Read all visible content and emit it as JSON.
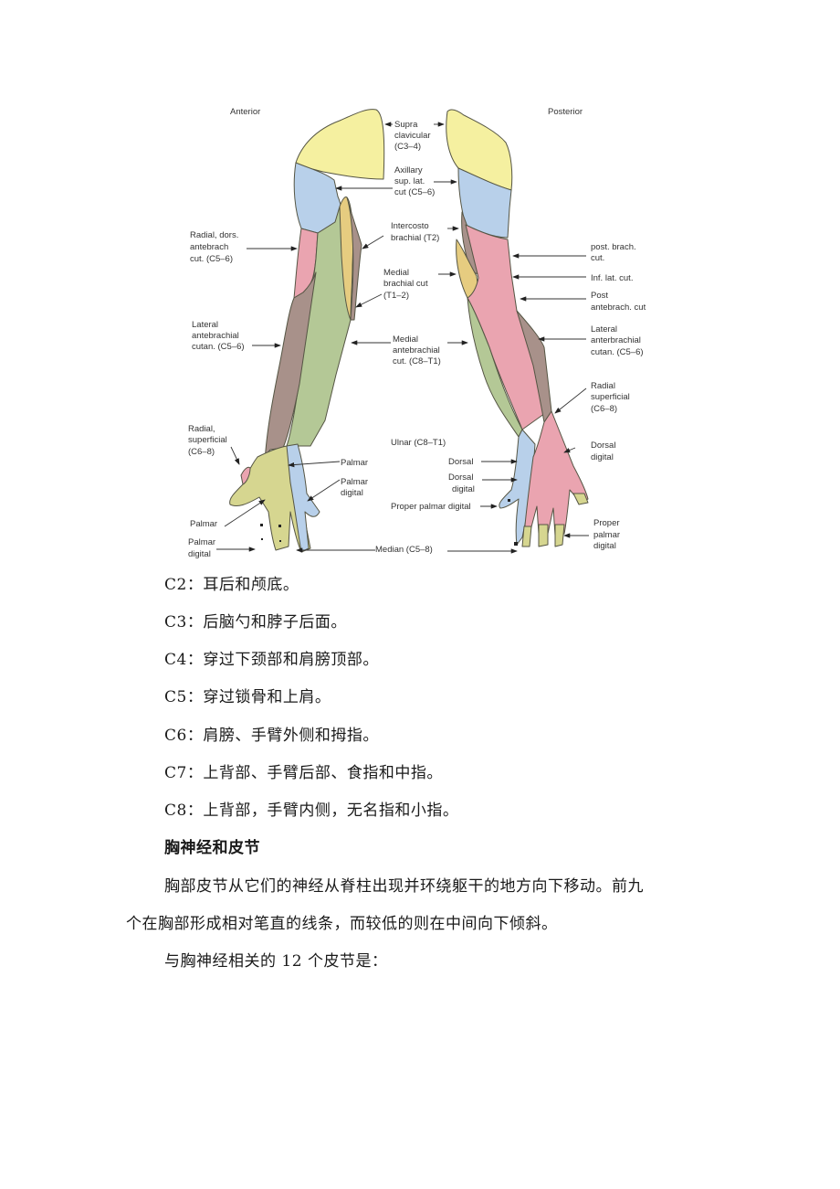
{
  "figure": {
    "views": {
      "anterior": "Anterior",
      "posterior": "Posterior"
    },
    "anterior_labels": [
      {
        "id": "radial-dors",
        "lines": [
          "Radial, dors.",
          "antebrach",
          "cut. (C5–6)"
        ]
      },
      {
        "id": "lateral-antebrachial",
        "lines": [
          "Lateral",
          "antebrachial",
          "cutan. (C5–6)"
        ]
      },
      {
        "id": "radial-superficial",
        "lines": [
          "Radial,",
          "superficial",
          "(C6–8)"
        ]
      },
      {
        "id": "palmar-left",
        "lines": [
          "Palmar"
        ]
      },
      {
        "id": "palmar-digital-left",
        "lines": [
          "Palmar",
          "digital"
        ]
      },
      {
        "id": "palmar-right",
        "lines": [
          "Palmar"
        ]
      },
      {
        "id": "palmar-digital-right",
        "lines": [
          "Palmar",
          "digital"
        ]
      }
    ],
    "center_labels": [
      {
        "id": "supraclavicular",
        "lines": [
          "Supra",
          "clavicular",
          "(C3–4)"
        ]
      },
      {
        "id": "axillary",
        "lines": [
          "Axillary",
          "sup. lat.",
          "cut (C5–6)"
        ]
      },
      {
        "id": "intercostobrachial",
        "lines": [
          "Intercosto",
          "brachial (T2)"
        ]
      },
      {
        "id": "medial-brachial",
        "lines": [
          "Medial",
          "brachial cut",
          "(T1–2)"
        ]
      },
      {
        "id": "medial-antebrachial",
        "lines": [
          "Medial",
          "antebrachial",
          "cut. (C8–T1)"
        ]
      },
      {
        "id": "ulnar",
        "lines": [
          "Ulnar (C8–T1)"
        ]
      },
      {
        "id": "dorsal",
        "lines": [
          "Dorsal"
        ]
      },
      {
        "id": "dorsal-digital",
        "lines": [
          "Dorsal",
          "digital"
        ]
      },
      {
        "id": "proper-palmar-digital",
        "lines": [
          "Proper palmar digital"
        ]
      },
      {
        "id": "median",
        "lines": [
          "Median (C5–8)"
        ]
      }
    ],
    "posterior_labels": [
      {
        "id": "post-brach",
        "lines": [
          "post. brach.",
          "cut."
        ]
      },
      {
        "id": "inf-lat",
        "lines": [
          "Inf. lat. cut."
        ]
      },
      {
        "id": "post-antebrach",
        "lines": [
          "Post",
          "antebrach. cut"
        ]
      },
      {
        "id": "lateral-anterbrachial",
        "lines": [
          "Lateral",
          "anterbrachial",
          "cutan. (C5–6)"
        ]
      },
      {
        "id": "radial-superficial-post",
        "lines": [
          "Radial",
          "superficial",
          "(C6–8)"
        ]
      },
      {
        "id": "dorsal-digital-post",
        "lines": [
          "Dorsal",
          "digital"
        ]
      },
      {
        "id": "proper-palmar-digital-post",
        "lines": [
          "Proper",
          "palmar",
          "digital"
        ]
      }
    ],
    "colors": {
      "yellow": "#f5f0a0",
      "blue": "#b8d0ea",
      "pink": "#eaa4b0",
      "green": "#b4c896",
      "brown": "#a8918a",
      "gold": "#e6cc80",
      "olive": "#d6d690",
      "outline": "#555544"
    }
  },
  "lines": [
    {
      "id": "c2",
      "text": "C2：耳后和颅底。"
    },
    {
      "id": "c3",
      "text": "C3：后脑勺和脖子后面。"
    },
    {
      "id": "c4",
      "text": "C4：穿过下颈部和肩膀顶部。"
    },
    {
      "id": "c5",
      "text": "C5：穿过锁骨和上肩。"
    },
    {
      "id": "c6",
      "text": "C6：肩膀、手臂外侧和拇指。"
    },
    {
      "id": "c7",
      "text": "C7：上背部、手臂后部、食指和中指。"
    },
    {
      "id": "c8",
      "text": "C8：上背部，手臂内侧，无名指和小指。"
    }
  ],
  "section_heading": "胸神经和皮节",
  "paragraph": {
    "line1": "胸部皮节从它们的神经从脊柱出现并环绕躯干的地方向下移动。前九",
    "line2": "个在胸部形成相对笔直的线条，而较低的则在中间向下倾斜。"
  },
  "intro_line": "与胸神经相关的 12 个皮节是："
}
